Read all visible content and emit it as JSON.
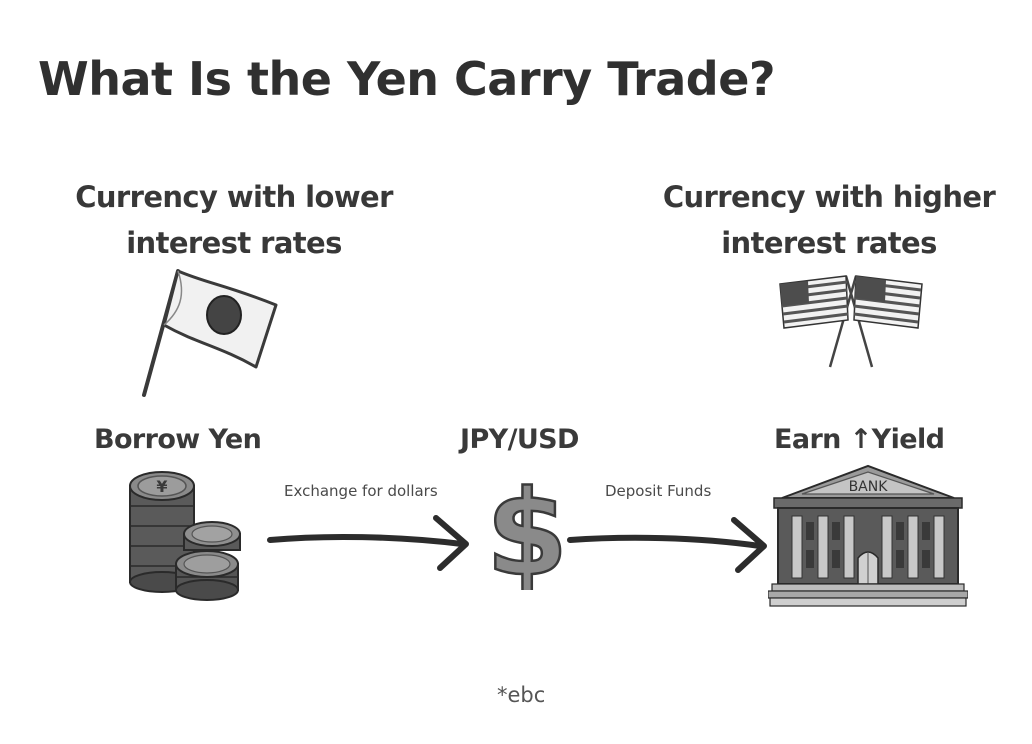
{
  "title": "What Is the Yen Carry Trade?",
  "lower_rate": {
    "line1": "Currency with lower",
    "line2": "interest rates"
  },
  "higher_rate": {
    "line1": "Currency with higher",
    "line2": "interest rates"
  },
  "steps": {
    "borrow": "Borrow Yen",
    "pair": "JPY/USD",
    "earn_prefix": "Earn ",
    "earn_arrow": "↑",
    "earn_suffix": "Yield"
  },
  "arrows": {
    "exchange": "Exchange for dollars",
    "deposit": "Deposit Funds"
  },
  "coin_symbol": "¥",
  "dollar_symbol": "$",
  "bank_sign": "BANK",
  "brand": "*ebc",
  "colors": {
    "ink": "#2e2e2e",
    "accent": "#3a3a3a",
    "background": "#ffffff"
  }
}
